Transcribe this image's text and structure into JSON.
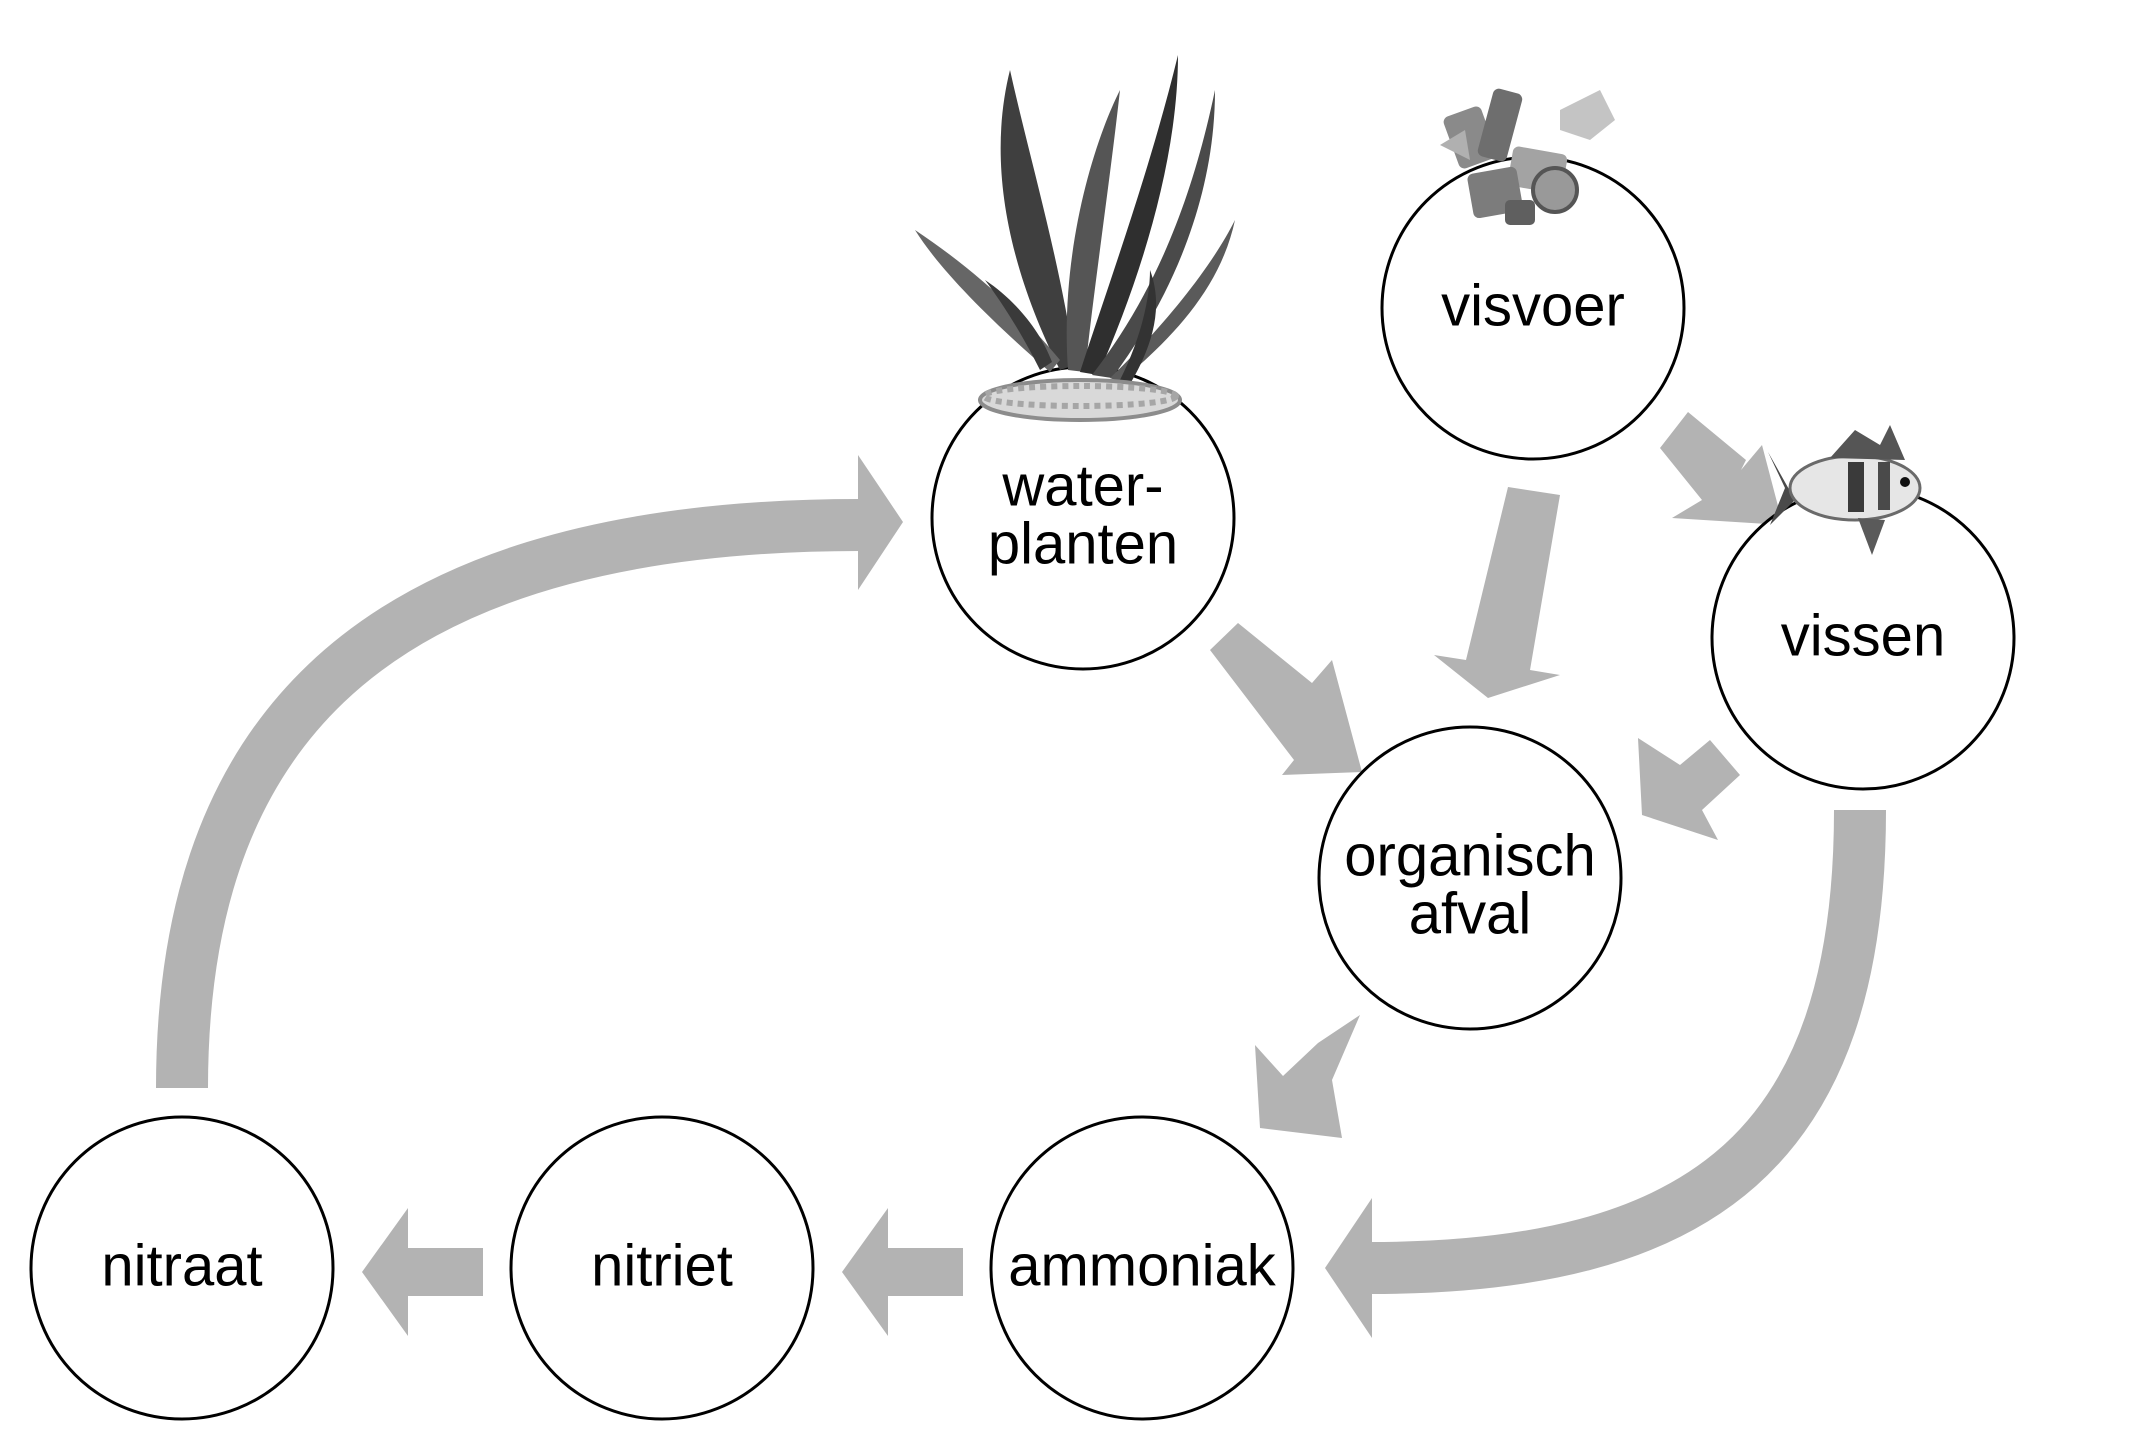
{
  "diagram": {
    "colors": {
      "arrow": "#b3b3b3",
      "circle_fill": "#ffffff",
      "circle_stroke": "#000000",
      "text": "#000000"
    },
    "nodes": {
      "waterplanten": {
        "line1": "water-",
        "line2": "planten",
        "picture": "aquarium-plant-icon"
      },
      "visvoer": {
        "label": "visvoer",
        "picture": "fish-food-flakes-icon"
      },
      "vissen": {
        "label": "vissen",
        "picture": "fish-icon"
      },
      "organisch_afval": {
        "line1": "organisch",
        "line2": "afval"
      },
      "ammoniak": {
        "label": "ammoniak"
      },
      "nitriet": {
        "label": "nitriet"
      },
      "nitraat": {
        "label": "nitraat"
      }
    },
    "flows": [
      {
        "from": "visvoer",
        "to": "vissen"
      },
      {
        "from": "visvoer",
        "to": "organisch afval"
      },
      {
        "from": "waterplanten",
        "to": "organisch afval"
      },
      {
        "from": "vissen",
        "to": "organisch afval"
      },
      {
        "from": "vissen",
        "to": "ammoniak"
      },
      {
        "from": "organisch afval",
        "to": "ammoniak"
      },
      {
        "from": "ammoniak",
        "to": "nitriet"
      },
      {
        "from": "nitriet",
        "to": "nitraat"
      },
      {
        "from": "nitraat",
        "to": "waterplanten"
      }
    ]
  }
}
